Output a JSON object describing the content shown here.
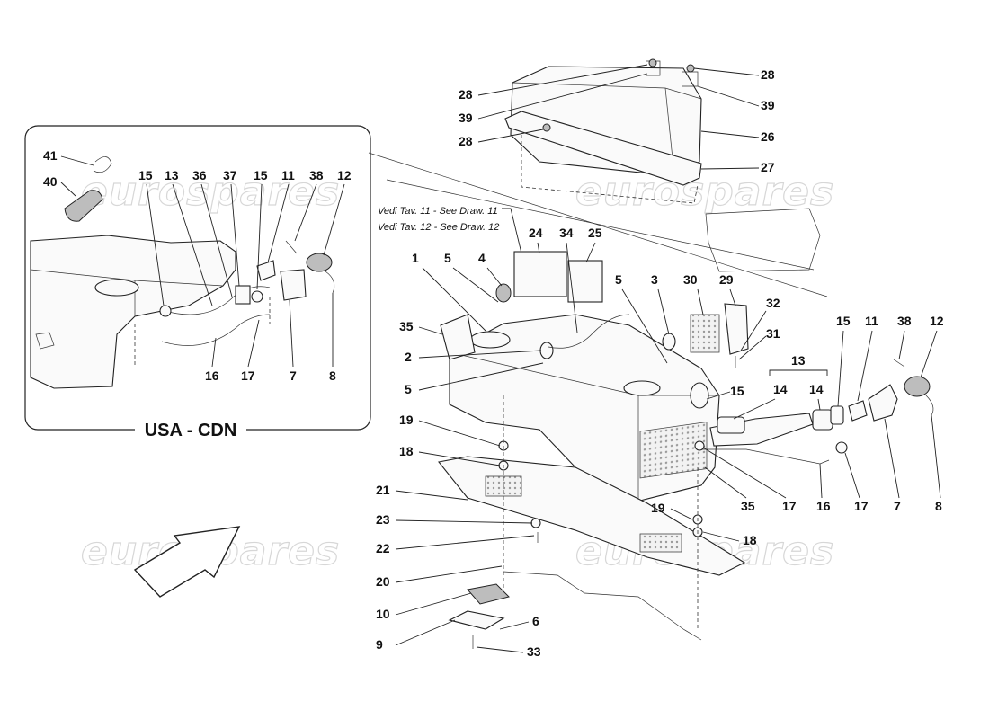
{
  "watermark_text": "eurospares",
  "inset": {
    "title": "USA - CDN",
    "callouts": [
      "41",
      "40",
      "15",
      "13",
      "36",
      "37",
      "15",
      "11",
      "38",
      "12",
      "16",
      "17",
      "7",
      "8"
    ]
  },
  "reference_notes": [
    "Vedi Tav. 11 - See Draw. 11",
    "Vedi Tav. 12 - See Draw. 12"
  ],
  "callouts": [
    "28",
    "39",
    "28",
    "28",
    "39",
    "26",
    "27",
    "24",
    "34",
    "25",
    "1",
    "5",
    "4",
    "5",
    "3",
    "30",
    "29",
    "32",
    "31",
    "35",
    "2",
    "5",
    "15",
    "11",
    "38",
    "12",
    "13",
    "14",
    "14",
    "15",
    "19",
    "18",
    "21",
    "23",
    "22",
    "20",
    "10",
    "9",
    "6",
    "33",
    "17",
    "16",
    "17",
    "7",
    "8",
    "35",
    "19",
    "18"
  ],
  "direction_arrow": "arrow-icon"
}
